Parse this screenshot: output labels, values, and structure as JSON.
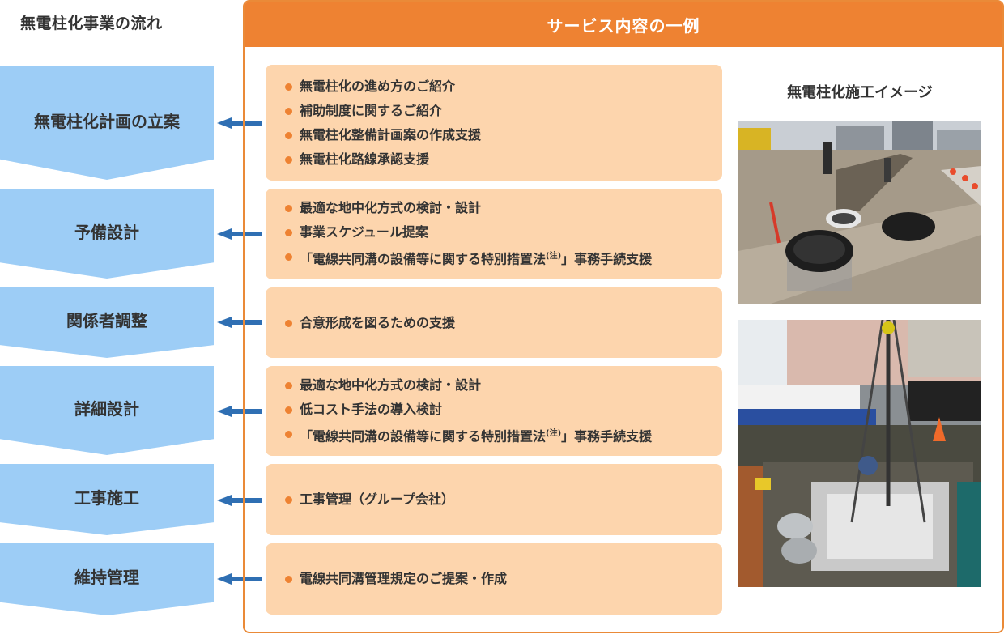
{
  "flow": {
    "title": "無電柱化事業の流れ",
    "steps": [
      {
        "label": "無電柱化計画の立案"
      },
      {
        "label": "予備設計"
      },
      {
        "label": "関係者調整"
      },
      {
        "label": "詳細設計"
      },
      {
        "label": "工事施工"
      },
      {
        "label": "維持管理"
      }
    ]
  },
  "services": {
    "title": "サービス内容の一例",
    "boxes": [
      {
        "items": [
          "無電柱化の進め方のご紹介",
          "補助制度に関するご紹介",
          "無電柱化整備計画案の作成支援",
          "無電柱化路線承認支援"
        ]
      },
      {
        "items": [
          "最適な地中化方式の検討・設計",
          "事業スケジュール提案",
          "「電線共同溝の設備等に関する特別措置法",
          "(注)",
          "」事務手続支援"
        ]
      },
      {
        "items": [
          "合意形成を図るための支援"
        ]
      },
      {
        "items": [
          "最適な地中化方式の検討・設計",
          "低コスト手法の導入検討",
          "「電線共同溝の設備等に関する特別措置法",
          "(注)",
          "」事務手続支援"
        ]
      },
      {
        "items": [
          "工事管理（グループ会社）"
        ]
      },
      {
        "items": [
          "電線共同溝管理規定のご提案・作成"
        ]
      }
    ]
  },
  "images": {
    "title": "無電柱化施工イメージ",
    "photo1": "construction-site-photo",
    "photo2": "crane-installation-photo"
  },
  "colors": {
    "accent": "#ee8232",
    "box": "#fdd5ad",
    "step": "#9dcdf6",
    "arrow": "#2f6fb3"
  }
}
